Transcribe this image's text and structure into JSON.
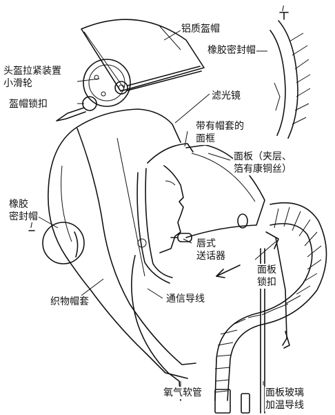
{
  "labels": {
    "helmet": "铝质盔帽",
    "tension_device": [
      "头盔拉紧装置",
      "小滑轮"
    ],
    "helmet_lock": "盔帽锁扣",
    "filter_lens": "滤光镜",
    "rubber_seal_top": "橡胶密封帽",
    "frame_with_cover": [
      "带有帽套的",
      "面框"
    ],
    "face_panel": [
      "面板（夹层、",
      "箔有康铜丝）"
    ],
    "rubber_seal_side": [
      "橡胶",
      "密封帽"
    ],
    "lip_microphone": [
      "唇式",
      "送话器"
    ],
    "panel_lock": [
      "面板",
      "锁扣"
    ],
    "fabric_cover": "织物帽套",
    "comm_wire": "通信导线",
    "oxygen_hose": "氧气软管",
    "glass_heating_wire": [
      "面板玻璃",
      "加温导线"
    ]
  },
  "detail_markers": {
    "top": "I",
    "side": "I"
  }
}
